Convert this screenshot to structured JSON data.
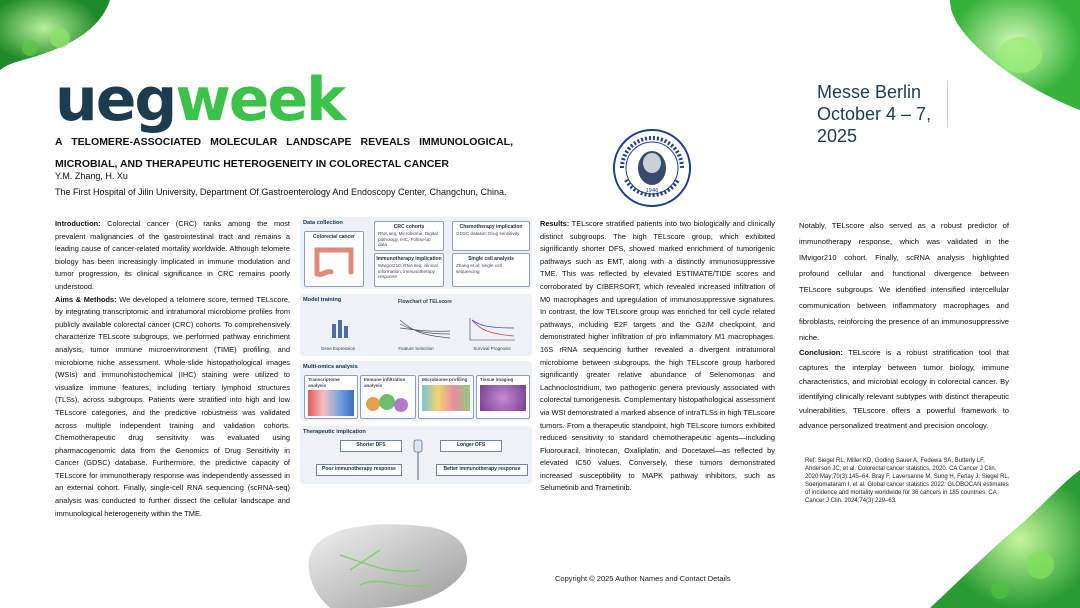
{
  "header": {
    "logo": {
      "part1": "ueg",
      "part2": "week"
    },
    "venue": {
      "line1": "Messe Berlin",
      "line2": "October 4 – 7, 2025"
    },
    "seal_text": "1946"
  },
  "title": {
    "line1": "A TELOMERE-ASSOCIATED MOLECULAR LANDSCAPE REVEALS IMMUNOLOGICAL,",
    "line2": "MICROBIAL, AND THERAPEUTIC HETEROGENEITY IN COLORECTAL CANCER"
  },
  "authors": "Y.M. Zhang,  H. Xu",
  "affiliation": "The First Hospital of Jilin University, Department Of Gastroenterology And Endoscopy Center, Changchun, China.",
  "intro": {
    "heading": "Introduction:",
    "text": " Colorectal cancer (CRC) ranks among the most prevalent malignancies of the gastrointestinal tract and remains a leading cause of cancer-related mortality worldwide. Although telomere biology has been increasingly implicated in immune modulation and tumor progression, its clinical significance in CRC remains poorly understood."
  },
  "methods": {
    "heading": "Aims & Methods:",
    "text": " We developed a telomere score, termed TELscore, by integrating transcriptomic and intratumoral microbiome profiles from publicly available colorectal cancer (CRC) cohorts. To comprehensively characterize TELscore subgroups, we performed pathway enrichment analysis, tumor immune microenvironment (TIME) profiling, and microbiome niche assessment. Whole-slide histopathological images (WSIs) and immunohistochemical (IHC) staining were utilized to visualize immune features, including tertiary lymphoid structures (TLSs), across subgroups. Patients were stratified into high and low TELscore categories, and the predictive robustness was validated across multiple independent training and validation cohorts. Chemotherapeutic drug sensitivity was evaluated using pharmacogenomic data from the Genomics of Drug Sensitivity in Cancer (GDSC) database. Furthermore, the predictive capacity of TELscore for immunotherapy response was independently assessed in an external cohort. Finally, single-cell RNA sequencing (scRNA-seq) analysis was conducted to further dissect the cellular landscape and immunological heterogeneity within the TME."
  },
  "results": {
    "heading": "Results:",
    "text": " TELscore stratified patients into two biologically and clinically distinct subgroups. The high TELscore group, which exhibited significantly shorter DFS, showed marked enrichment of tumorigenic pathways such as EMT, along with a distinctly immunosuppressive TME. This was reflected by elevated ESTIMATE/TIDE scores and corroborated by CIBERSORT, which revealed increased infiltration of M0 macrophages and upregulation of immunosuppressive signatures. In contrast, the low TELscore group was enriched for cell cycle related pathways, including E2F targets and the G2/M checkpoint, and demonstrated higher infiltration of pro inflammatory M1 macrophages. 16S rRNA sequencing further revealed a divergent intratumoral microbiome between subgroups, the high TELscore group harbored significantly greater relative abundance of Selenomonas and Lachnoclostridium, two pathogenic genera previously associated with colorectal tumorigenesis. Complementary histopathological assessment via WSI demonstrated a marked absence of intraTLSs in high TELscore tumors. From a therapeutic standpoint, high TELscore tumors exhibited reduced sensitivity to standard chemotherapeutic agents—including Fluorouracil, Irinotecan, Oxaliplatin, and Docetaxel—as reflected by elevated IC50 values. Conversely, these tumors demonstrated increased susceptibility to MAPK pathway inhibitors, such as Selumetinib and Trametinib."
  },
  "col4": {
    "text1": "Notably, TELscore also served as a robust predictor of immunotherapy response, which was validated in the IMvigor210 cohort. Finally, scRNA analysis highlighted profound cellular and functional divergence between TELscore subgroups. We identified intensified intercellular communication between inflammatory macrophages and fibroblasts, reinforcing the presence of an immunosuppressive niche.",
    "conclusion_heading": "Conclusion:",
    "conclusion_text": " TELscore is a robust stratification tool that captures the interplay between tumor biology, immune characteristics, and microbial ecology in colorectal cancer. By identifying clinically relevant subtypes with distinct therapeutic vulnerabilities, TELscore offers a powerful framework to advance personalized treatment and precision oncology."
  },
  "references": "Ref: Siegel RL, Miller KD, Goding Sauer A, Fedewa SA, Butterly LF, Anderson JC, et al. Colorectal cancer statistics, 2020. CA Cancer J Clin. 2020 May;70(3):145–64. Bray F, Laversanne M, Sung H, Ferlay J, Siegel RL, Soerjomataram I, et al. Global cancer statistics 2022: GLOBOCAN estimates of incidence and mortality worldwide for 36 cancers in 185 countries. CA Cancer J Clin. 2024;74(3):229–63.",
  "copyright": "Copyright © 2025 Author Names and Contact Details",
  "flowchart": {
    "data_collection": "Data collection",
    "colorectal_cancer": "Colorectal cancer",
    "crc_cohorts": "CRC cohorts",
    "crc_cohorts_sub": "RNA seq, Microbiome, Digital pathology, IHC, Follow-up data",
    "chemo_implication": "Chemotherapy implication",
    "chemo_sub": "GDSC dataset; Drug sensitivity",
    "immuno_implication": "Immunotherapy implication",
    "immuno_sub": "IMvigor210; RNA seq, clinical information, immunotherapy response",
    "single_cell": "Single cell analysis",
    "single_cell_sub": "Zhang et al; single cell sequencing",
    "model_training": "Model training",
    "flowchart_title": "Flowchart of TELscore",
    "gene_expression": "Gene Expression",
    "feature_selection": "Feature Selection",
    "survival_prognosis": "Survival Prognosis",
    "multi_omics": "Multi-omics analysis",
    "transcriptome": "Transcriptome analysis",
    "immune_infiltration": "Immune infiltration analysis",
    "microbiome_profiling": "Microbiome profiling",
    "tissue_imaging": "Tissue imaging",
    "therapeutic": "Therapeutic implication",
    "shorter_dfs": "Shorter DFS",
    "longer_dfs": "Longer DFS",
    "poor_response": "Poor immunotherapy response",
    "better_response": "Better immunotherapy response"
  }
}
